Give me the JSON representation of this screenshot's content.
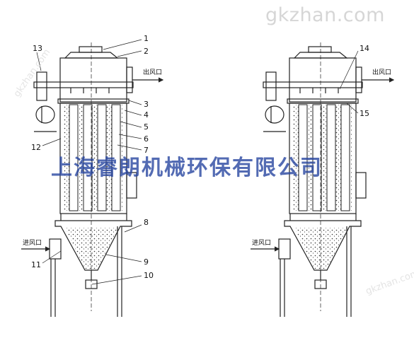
{
  "watermark_top": "gkzhan.com",
  "watermark_center": "上海睿朗机械环保有限公司",
  "watermark_faint_left": "gkzhan.com",
  "watermark_faint_right": "gkzhan.com",
  "left_diagram": {
    "inlet_label": "进风口",
    "outlet_label": "出风口",
    "callouts": [
      "1",
      "2",
      "3",
      "4",
      "5",
      "6",
      "7",
      "8",
      "9",
      "10",
      "11",
      "12",
      "13"
    ]
  },
  "right_diagram": {
    "inlet_label": "进风口",
    "outlet_label": "出风口",
    "callouts": [
      "14",
      "15"
    ]
  },
  "colors": {
    "line": "#222222",
    "watermark_blue": "#2a46a0",
    "watermark_grey": "#d6d6d6"
  }
}
